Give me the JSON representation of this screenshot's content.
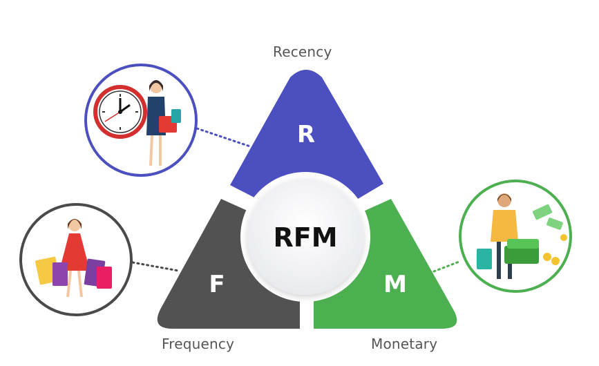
{
  "diagram": {
    "center_label": "RFM",
    "segments": [
      {
        "key": "recency",
        "letter": "R",
        "label": "Recency",
        "color": "#4b4fbf"
      },
      {
        "key": "frequency",
        "letter": "F",
        "label": "Frequency",
        "color": "#525252"
      },
      {
        "key": "monetary",
        "letter": "M",
        "label": "Monetary",
        "color": "#4caf50"
      }
    ],
    "illustrations": {
      "recency": {
        "icon": "clock-shopper-icon",
        "ring_color": "#4b4fbf"
      },
      "frequency": {
        "icon": "shopping-bags-woman-icon",
        "ring_color": "#4a4a4a"
      },
      "monetary": {
        "icon": "money-shopper-icon",
        "ring_color": "#4caf50"
      }
    }
  }
}
